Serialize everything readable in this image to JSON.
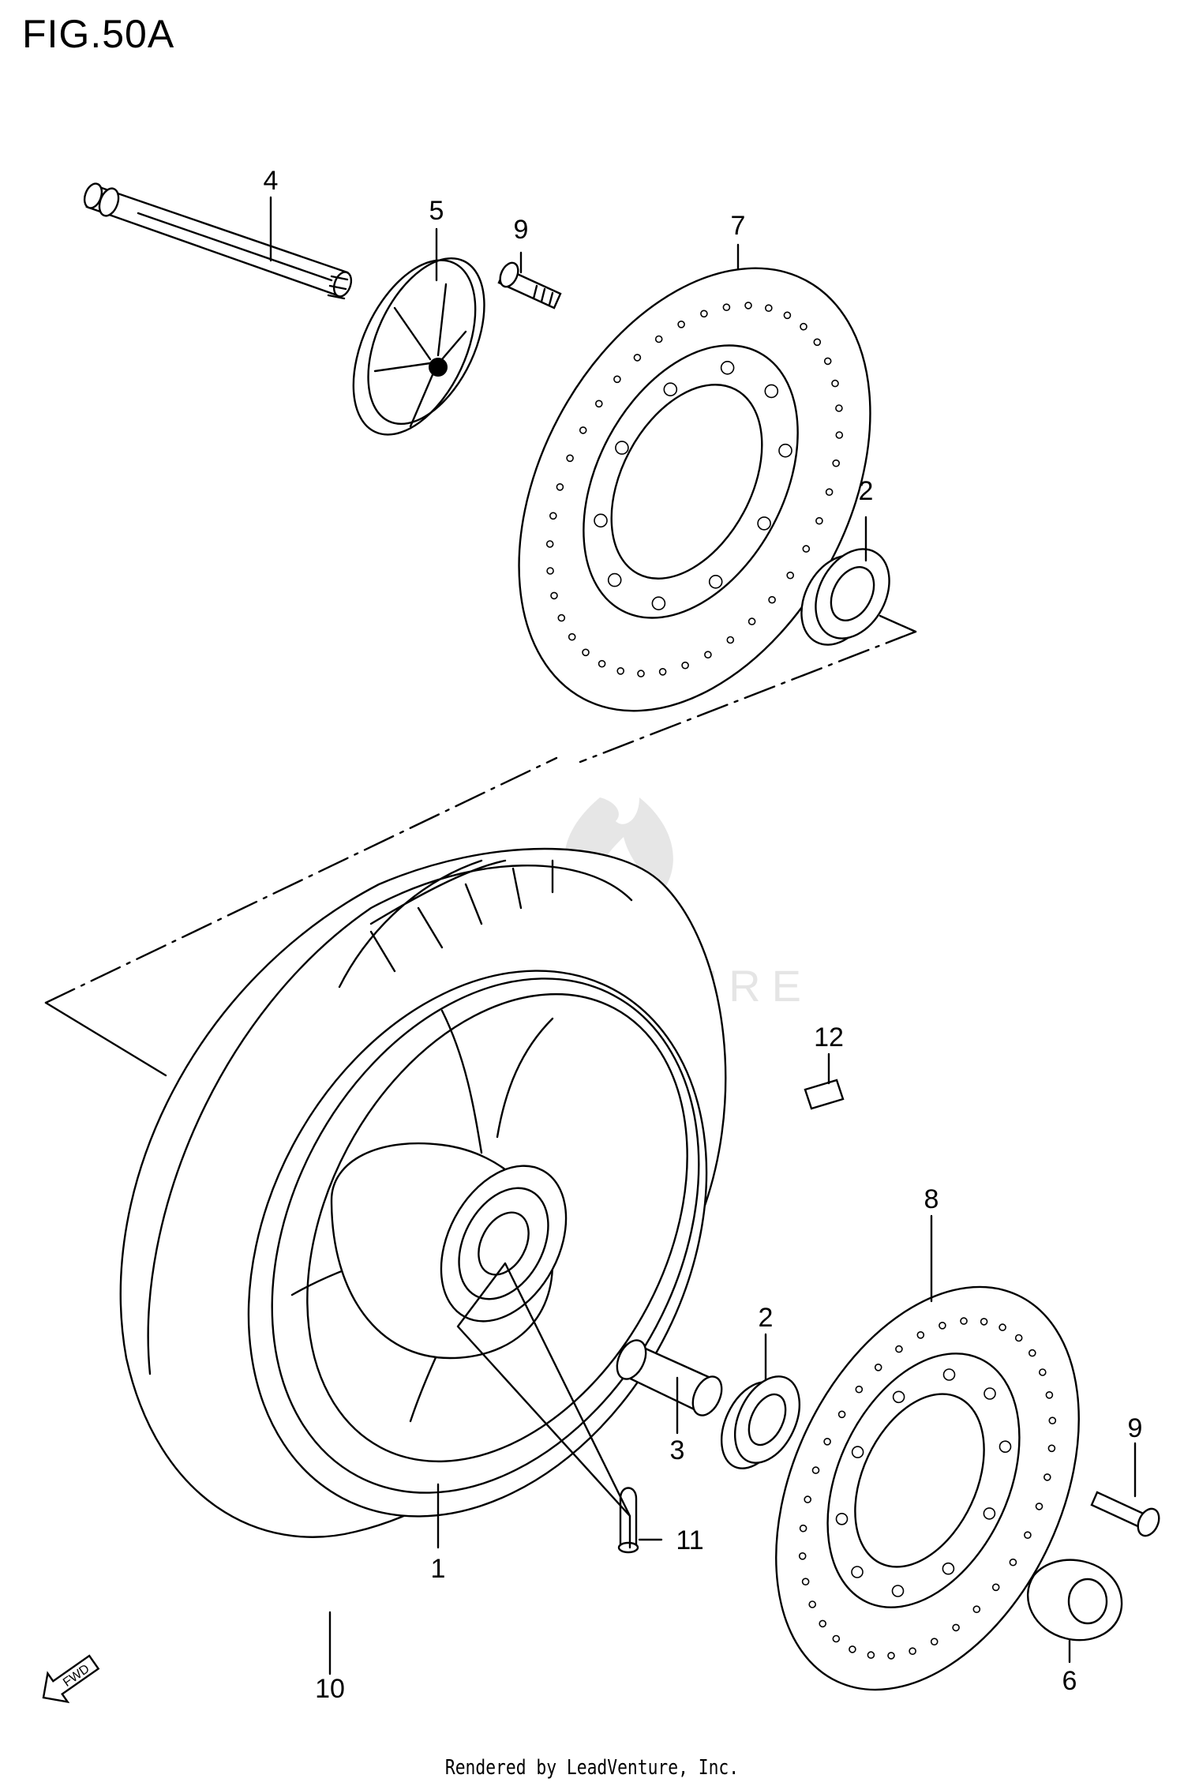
{
  "figure": {
    "title": "FIG.50A"
  },
  "footer": {
    "credit": "Rendered by LeadVenture, Inc."
  },
  "watermark": {
    "text": "LEADVENTURE"
  },
  "fwd_badge": {
    "label": "FWD"
  },
  "callouts": [
    {
      "id": "4",
      "part": "axle"
    },
    {
      "id": "5",
      "part": "spacer-collar"
    },
    {
      "id": "9",
      "part": "disc-bolt-top"
    },
    {
      "id": "7",
      "part": "brake-disc-left"
    },
    {
      "id": "2",
      "part": "bearing-top"
    },
    {
      "id": "12",
      "part": "balancer-weight"
    },
    {
      "id": "8",
      "part": "brake-disc-right"
    },
    {
      "id": "2",
      "part": "bearing-lower"
    },
    {
      "id": "3",
      "part": "spacer"
    },
    {
      "id": "9",
      "part": "disc-bolt-lower"
    },
    {
      "id": "11",
      "part": "valve"
    },
    {
      "id": "1",
      "part": "wheel"
    },
    {
      "id": "10",
      "part": "tire"
    },
    {
      "id": "6",
      "part": "hub-cap"
    }
  ]
}
